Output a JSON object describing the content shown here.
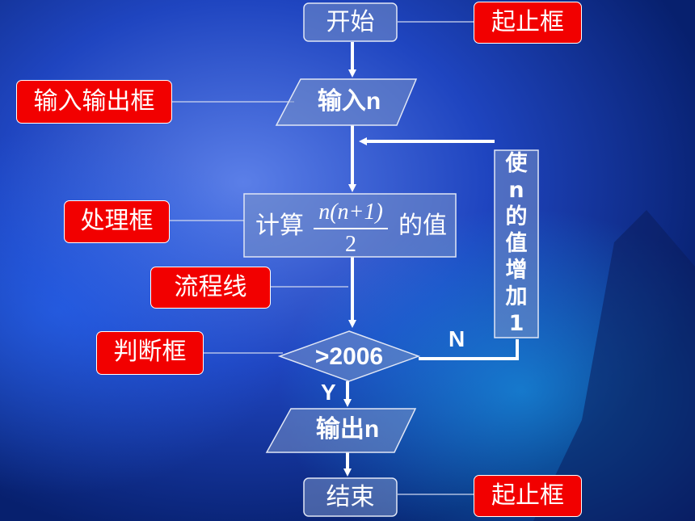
{
  "labels": {
    "start_end_top": "起止框",
    "io": "输入输出框",
    "process": "处理框",
    "flowline": "流程线",
    "decision": "判断框",
    "start_end_bottom": "起止框"
  },
  "nodes": {
    "start": "开始",
    "input": "输入n",
    "process_prefix": "计算",
    "formula_numerator": "n(n+1)",
    "formula_denominator": "2",
    "process_suffix": "的值",
    "decision": ">2006",
    "output": "输出n",
    "end": "结束"
  },
  "loop_box_chars": [
    "使",
    "n",
    "的",
    "值",
    "增",
    "加",
    "1"
  ],
  "branches": {
    "no": "N",
    "yes": "Y"
  },
  "colors": {
    "label_bg": "#f20000",
    "node_fill": "#7891c8",
    "line": "#ffffff"
  }
}
